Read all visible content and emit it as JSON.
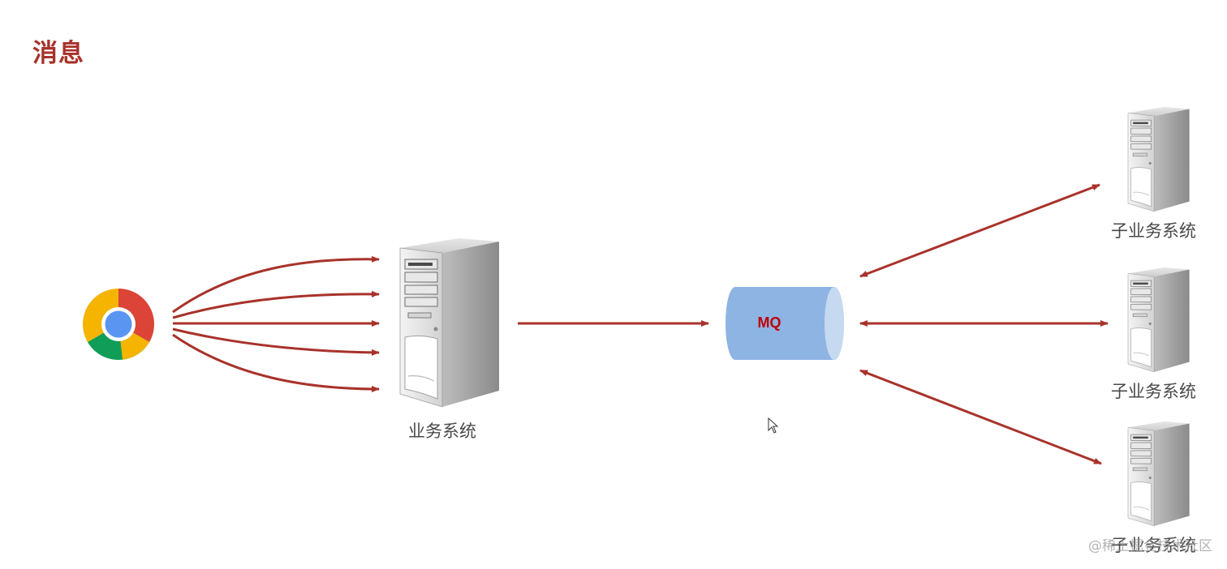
{
  "title": "消息",
  "nodes": {
    "business_system_label": "业务系统",
    "mq_label": "MQ",
    "sub_system_labels": [
      "子业务系统",
      "子业务系统",
      "子业务系统"
    ]
  },
  "icons": {
    "client": "chrome-browser-icon",
    "server": "tower-server-icon",
    "queue": "message-queue-cylinder"
  },
  "colors": {
    "title": "#a8322a",
    "arrow": "#a8322a",
    "mq_fill": "#8eb4e3",
    "mq_end": "#c5d9f1",
    "mq_text": "#c00000"
  },
  "watermark": "@稀土掘金技术社区"
}
